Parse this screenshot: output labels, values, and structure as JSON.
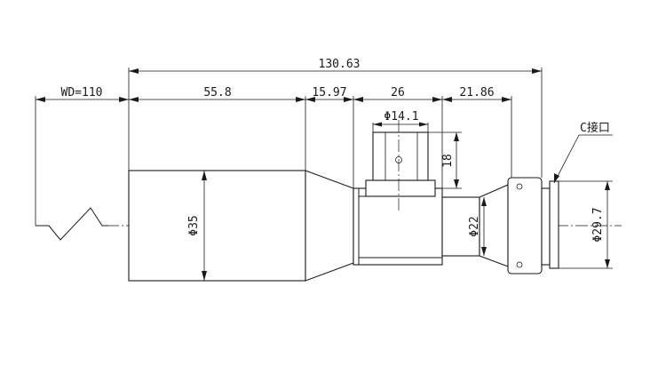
{
  "dimensions": {
    "total_length": "130.63",
    "working_distance": "WD=110",
    "front_barrel_length": "55.8",
    "taper_length": "15.97",
    "mid_section_length": "26",
    "rear_section_length": "21.86",
    "port_diameter": "Φ14.1",
    "port_height": "18",
    "front_diameter": "Φ35",
    "mid_diameter": "Φ22",
    "mount_diameter": "Φ29.7"
  },
  "mount_label": "C接口",
  "colors": {
    "line": "#1a1a1a",
    "background": "#ffffff"
  }
}
